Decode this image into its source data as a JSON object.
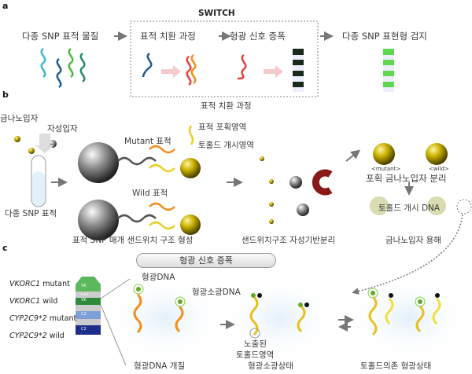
{
  "panel_a": {
    "label": "a",
    "switch_label": "SWITCH",
    "steps": [
      "다종 SNP 표적 물질",
      "표적 치환 과정",
      "형광 신호 증폭",
      "다종 SNP 표현형 검지"
    ]
  },
  "panel_b": {
    "label": "b",
    "gold_nanoparticle": "금나노입자",
    "magnetic_particle": "자성입자",
    "multi_snp_target": "다종 SNP 표적",
    "mutant_target": "Mutant 표적",
    "wild_target": "Wild 표적",
    "target_substitution": "표적 치환 과정",
    "capture_region": "표적 포획영역",
    "toehold_region": "토홀드 개시영역",
    "sandwich_formation": "표적 SNP 매개 샌드위치 구조 형성",
    "magnetic_separation": "샌드위치구조 자성기반분리",
    "mutant_tag": "<mutant>",
    "wild_tag": "<wild>",
    "capture_separation": "포획 금나노입자 분리",
    "toehold_dna": "토홀드 개시 DNA",
    "dissolution": "금나노입자 용해"
  },
  "panel_c": {
    "label": "c",
    "title": "형광 신호 증폭",
    "legend": [
      {
        "gene": "VKORC1",
        "type": "mutant",
        "tag": "VK",
        "sub": "m",
        "color": "#5cb85c"
      },
      {
        "gene": "VKORC1",
        "type": "wild",
        "tag": "VK",
        "sub": "w",
        "color": "#2e8b3e"
      },
      {
        "gene": "CYP2C9*2",
        "type": "mutant",
        "tag": "C2",
        "sub": "m",
        "color": "#7f9fd8"
      },
      {
        "gene": "CYP2C9*2",
        "type": "wild",
        "tag": "C2",
        "sub": "w",
        "color": "#1d2f8a"
      }
    ],
    "insert_label": "Inert",
    "fluor_dna": "형광DNA",
    "quench_dna": "형광소광DNA",
    "exposed": "노출된",
    "toehold_area": "토홀드영역",
    "step1": "형광DNA 개질",
    "step2": "형광소광상태",
    "step3": "토홀드의존 형광상태"
  }
}
